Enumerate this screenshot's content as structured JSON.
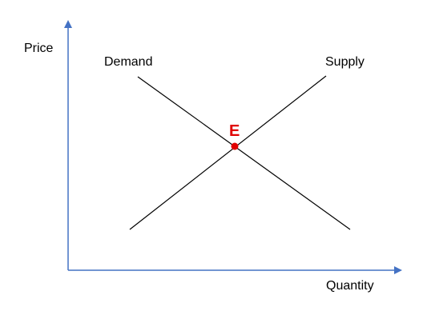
{
  "diagram": {
    "y_axis_label": "Price",
    "x_axis_label": "Quantity",
    "demand_label": "Demand",
    "supply_label": "Supply",
    "equilibrium_label": "E"
  },
  "colors": {
    "axis": "#4472C4",
    "curve": "#000000",
    "equilibrium": "#E00000"
  }
}
